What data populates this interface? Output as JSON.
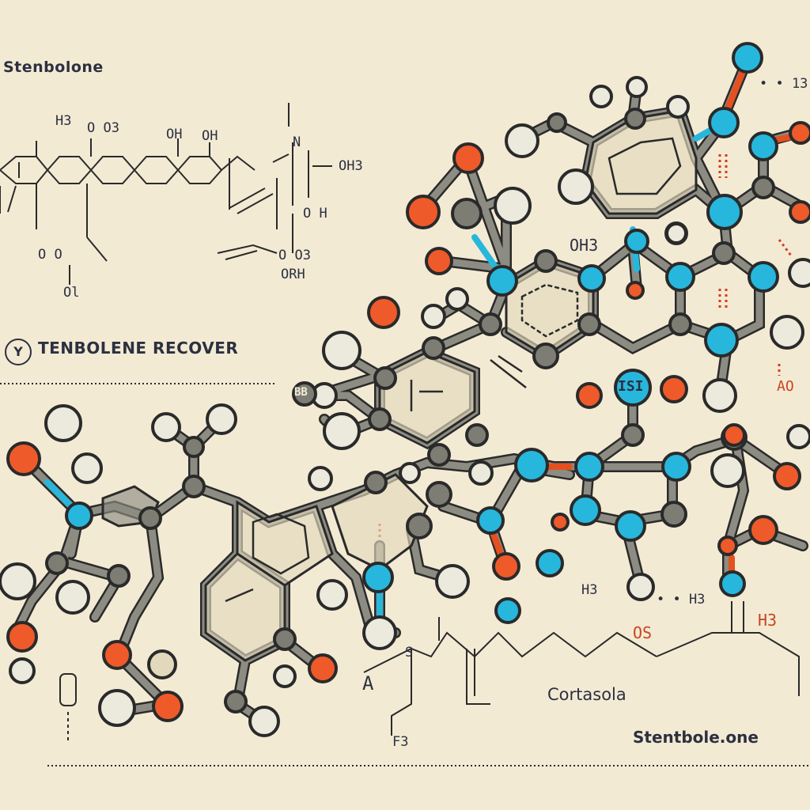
{
  "labels": {
    "title_top_left": "Stenbolone",
    "recover": "TENBOLENE RECOVER",
    "cortaso": "Cortasola",
    "stenbolone_one": "Stentbole.one",
    "small_h3_top": "H3",
    "small_o_o3": "O O3",
    "small_oh_1": "OH",
    "small_oh_2": "OH",
    "small_n": "N",
    "small_oh3": "OH3",
    "small_o_h": "O H",
    "small_o_o3_2": "O O3",
    "small_orh": "ORH",
    "small_oo": "O O",
    "small_ol": "Ol",
    "small_oh3_center": "OH3",
    "small_dots_h3": "• • 13",
    "small_ao": "AO",
    "small_h3_bottom": "H3",
    "small_h3_dots": "• • H3",
    "small_os": "OS",
    "small_h3_red": "H3",
    "small_bb": "BB",
    "small_si": "ISI",
    "small_s": "S",
    "small_a": "A",
    "small_f3": "F3"
  },
  "colors": {
    "background": "#f3ead4",
    "bond": "#8a8a80",
    "bond_outline": "#2a2a2a",
    "carbon_gray": "#7d7d74",
    "hydrogen_white": "#ece9dd",
    "oxygen_orange": "#ee5a2a",
    "nitrogen_blue": "#27b7dd",
    "ring_fill": "#e2d9bd"
  }
}
